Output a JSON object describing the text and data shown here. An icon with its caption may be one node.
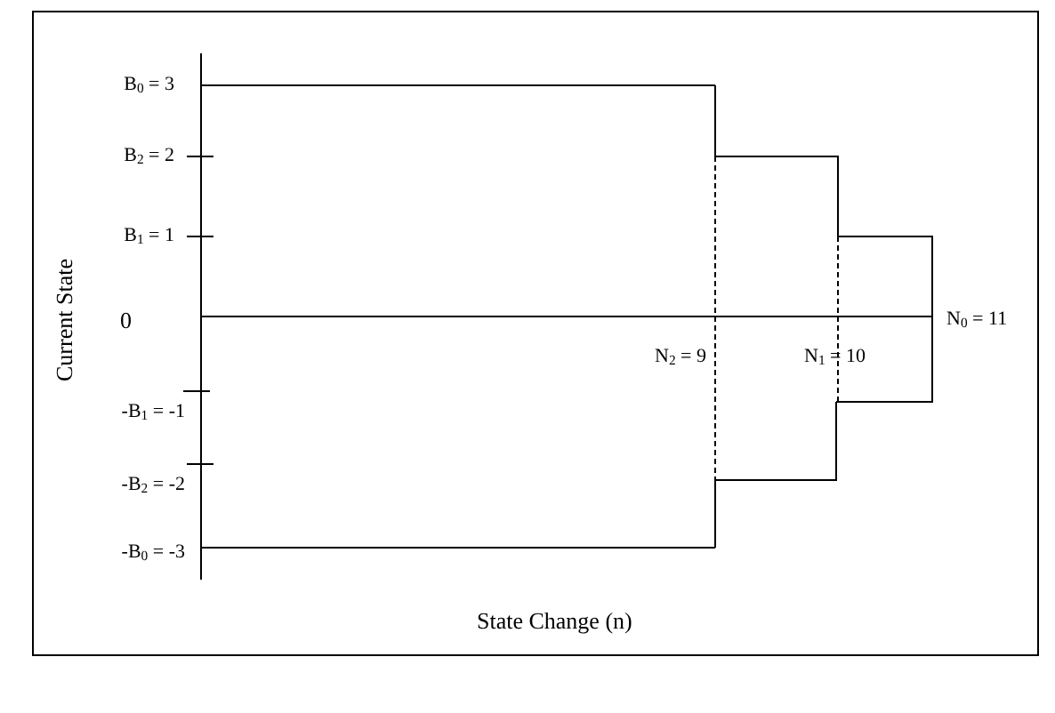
{
  "diagram": {
    "labels": [
      "B$_{0}$ = 3",
      "B$_{2}$ = 2",
      "B$_{1}$ = 1",
      "0",
      "-B$_{1}$ = -1",
      "-B$_{2}$ = -2",
      "-B$_{0}$ = -3",
      "Current State",
      "N$_{2}$ = 9",
      "N$_{1}$ = 10",
      "N$_{0}$ = 11",
      "State Change (n)"
    ]
  }
}
